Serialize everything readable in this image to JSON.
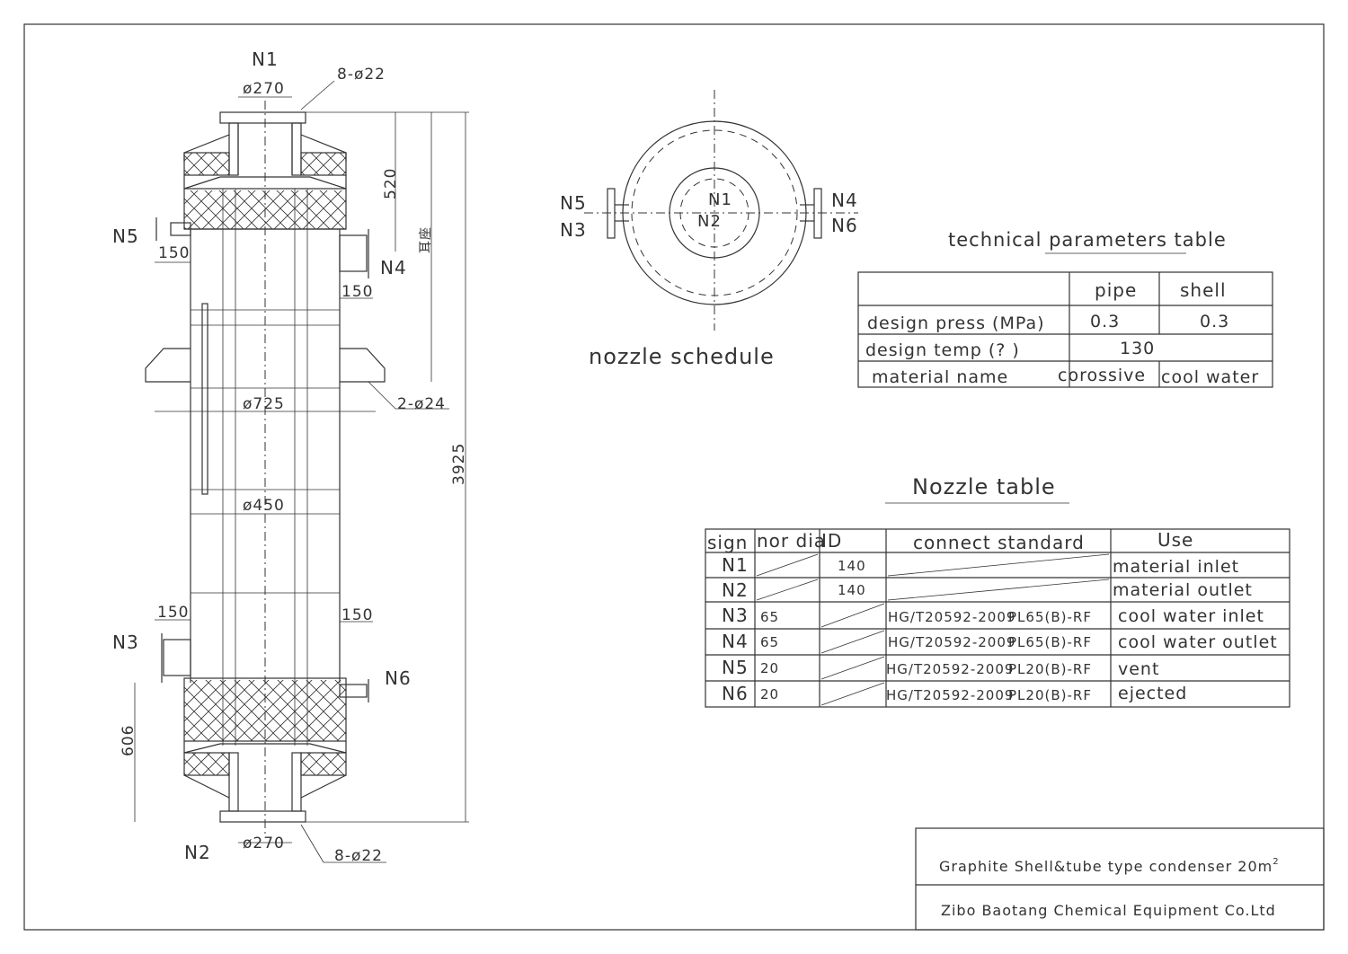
{
  "drawing": {
    "nozzle_labels": {
      "n1": "N1",
      "n2": "N2",
      "n3": "N3",
      "n4": "N4",
      "n5": "N5",
      "n6": "N6"
    },
    "dimensions": {
      "top_flange_dia": "ø270",
      "top_bolts": "8-ø22",
      "bottom_flange_dia": "ø270",
      "bottom_bolts": "8-ø22",
      "height_520": "520",
      "total_height": "3925",
      "bottom_606": "606",
      "n5_offset": "150",
      "n4_offset": "150",
      "n3_offset": "150",
      "n6_offset": "150",
      "shell_dia": "ø725",
      "inner_dia": "ø450",
      "support_holes": "2-ø24",
      "support_chinese": "耳座"
    }
  },
  "plan_view": {
    "caption": "nozzle schedule",
    "labels": {
      "n1": "N1",
      "n2": "N2",
      "n3": "N3",
      "n4": "N4",
      "n5": "N5",
      "n6": "N6"
    }
  },
  "tech_table": {
    "title": "technical parameters table",
    "col_pipe": "pipe",
    "col_shell": "shell",
    "rows": [
      {
        "label": "design press (MPa)",
        "pipe": "0.3",
        "shell": "0.3"
      },
      {
        "label": "design temp  (? )",
        "merged": "130"
      },
      {
        "label": "material name",
        "pipe": "corossive",
        "shell": "cool water"
      }
    ]
  },
  "nozzle_table": {
    "title": "Nozzle table",
    "headers": {
      "sign": "sign",
      "nor_dia": "nor dia",
      "id": "ID",
      "standard": "connect standard",
      "use": "Use"
    },
    "rows": [
      {
        "sign": "N1",
        "nor": "",
        "id": "140",
        "standard": "",
        "use": "material inlet"
      },
      {
        "sign": "N2",
        "nor": "",
        "id": "140",
        "standard": "",
        "use": "material outlet"
      },
      {
        "sign": "N3",
        "nor": "65",
        "id": "",
        "standard": "HG/T20592-2009",
        "std2": "PL65(B)-RF",
        "use": "cool water inlet"
      },
      {
        "sign": "N4",
        "nor": "65",
        "id": "",
        "standard": "HG/T20592-2009",
        "std2": "PL65(B)-RF",
        "use": "cool water outlet"
      },
      {
        "sign": "N5",
        "nor": "20",
        "id": "",
        "standard": "HG/T20592-2009",
        "std2": "PL20(B)-RF",
        "use": "vent"
      },
      {
        "sign": "N6",
        "nor": "20",
        "id": "",
        "standard": "HG/T20592-2009",
        "std2": "PL20(B)-RF",
        "use": "ejected"
      }
    ]
  },
  "title_block": {
    "product": "Graphite Shell&tube type condenser 20m",
    "product_sup": "2",
    "company": "Zibo Baotang Chemical Equipment Co.Ltd"
  }
}
